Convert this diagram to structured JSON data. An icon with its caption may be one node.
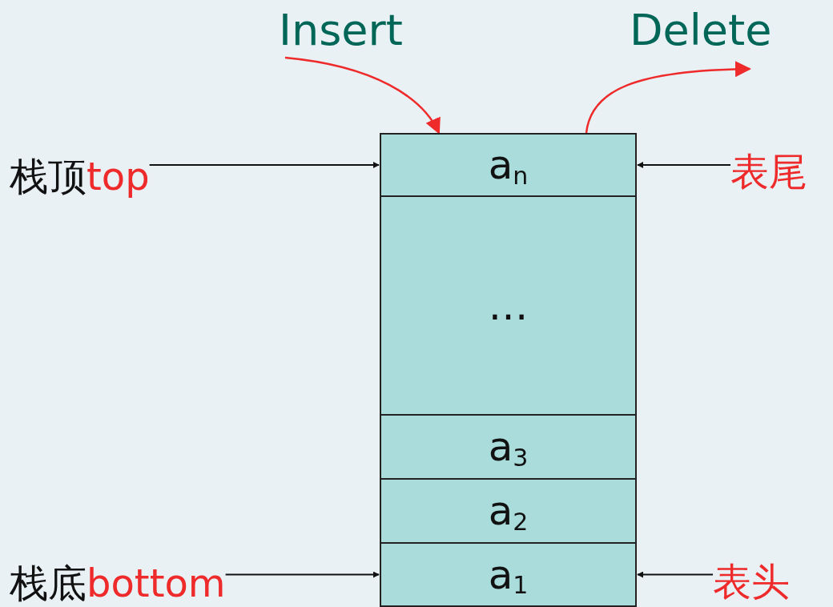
{
  "diagram": {
    "nodes": [
      {
        "text": [
          "Insert"
        ]
      },
      {
        "text": [
          "Delete"
        ]
      },
      {
        "text": [
          "栈顶",
          "top"
        ]
      },
      {
        "text": [
          "a$_{n}$"
        ]
      },
      {
        "text": [
          "表尾"
        ]
      },
      {
        "text": [
          "…"
        ]
      },
      {
        "text": [
          "a$_{3}$"
        ]
      },
      {
        "text": [
          "a$_{2}$"
        ]
      },
      {
        "text": [
          "栈底",
          "bottom"
        ]
      },
      {
        "text": [
          "a$_{1}$"
        ]
      },
      {
        "text": [
          "表头"
        ]
      }
    ],
    "edges": [
      {
        "from": 0,
        "to": 3,
        "arrow": "to",
        "color": "#ee2a2a"
      },
      {
        "from": 3,
        "to": 1,
        "arrow": "to",
        "color": "#ee2a2a"
      },
      {
        "from": 2,
        "to": 3,
        "arrow": "to"
      },
      {
        "from": 4,
        "to": 3,
        "arrow": "to"
      },
      {
        "from": 8,
        "to": 9,
        "arrow": "to"
      },
      {
        "from": 10,
        "to": 9,
        "arrow": "to"
      }
    ]
  }
}
